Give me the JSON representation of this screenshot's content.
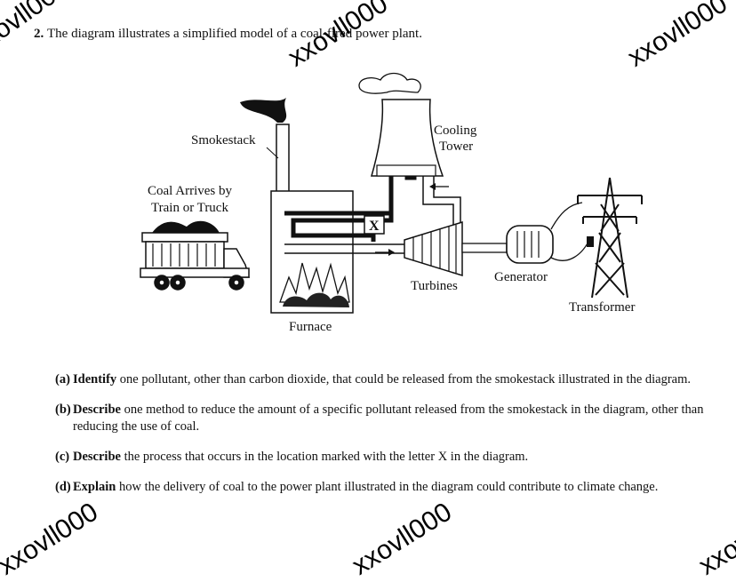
{
  "question": {
    "number": "2.",
    "text": "The diagram illustrates a simplified model of a coal-fired power plant."
  },
  "diagram": {
    "labels": {
      "smokestack": "Smokestack",
      "cooling_tower_1": "Cooling",
      "cooling_tower_2": "Tower",
      "coal_arrives_1": "Coal Arrives by",
      "coal_arrives_2": "Train or Truck",
      "x_marker": "X",
      "turbines": "Turbines",
      "generator": "Generator",
      "transformer": "Transformer",
      "furnace": "Furnace"
    }
  },
  "parts": [
    {
      "tag": "(a)",
      "verb": "Identify",
      "text": " one pollutant, other than carbon dioxide, that could be released from the smokestack illustrated in the diagram."
    },
    {
      "tag": "(b)",
      "verb": "Describe",
      "text": " one method to reduce the amount of a specific pollutant released from the smokestack in the diagram, other than reducing the use of coal."
    },
    {
      "tag": "(c)",
      "verb": "Describe",
      "text": " the process that occurs in the location marked with the letter X in the diagram."
    },
    {
      "tag": "(d)",
      "verb": "Explain",
      "text": " how the delivery of coal to the power plant illustrated in the diagram could contribute to climate change."
    }
  ],
  "watermark": "xxovll000"
}
